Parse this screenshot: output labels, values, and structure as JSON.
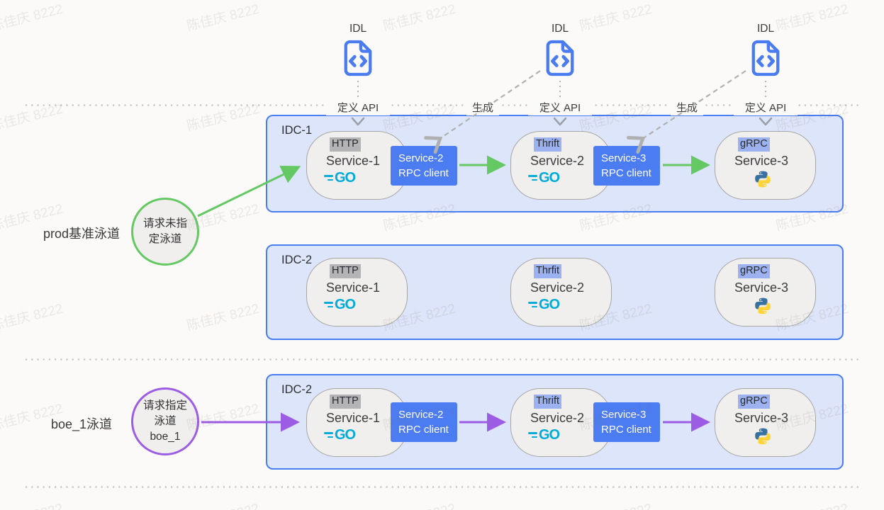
{
  "watermark": {
    "text": "陈佳庆 8222"
  },
  "idl": {
    "columns": [
      {
        "label": "IDL",
        "action_label": "定义 API"
      },
      {
        "label": "IDL",
        "action_label": "定义 API"
      },
      {
        "label": "IDL",
        "action_label": "定义 API"
      }
    ],
    "generate_labels": [
      "生成",
      "生成"
    ]
  },
  "lanes": [
    {
      "name": "prod基准泳道",
      "badge_lines": [
        "请求未指",
        "定泳道"
      ]
    },
    {
      "name": "boe_1泳道",
      "badge_lines": [
        "请求指定",
        "泳道",
        "boe_1"
      ]
    }
  ],
  "clusters": [
    {
      "title": "IDC-1",
      "services": [
        {
          "protocol": "HTTP",
          "name": "Service-1",
          "runtime": "go"
        },
        {
          "protocol": "Thrift",
          "name": "Service-2",
          "runtime": "go"
        },
        {
          "protocol": "gRPC",
          "name": "Service-3",
          "runtime": "python"
        }
      ],
      "rpc_clients": [
        {
          "line1": "Service-2",
          "line2": "RPC client"
        },
        {
          "line1": "Service-3",
          "line2": "RPC client"
        }
      ]
    },
    {
      "title": "IDC-2",
      "services": [
        {
          "protocol": "HTTP",
          "name": "Service-1",
          "runtime": "go"
        },
        {
          "protocol": "Thrfit",
          "name": "Service-2",
          "runtime": "go"
        },
        {
          "protocol": "gRPC",
          "name": "Service-3",
          "runtime": "python"
        }
      ]
    },
    {
      "title": "IDC-2",
      "services": [
        {
          "protocol": "HTTP",
          "name": "Service-1",
          "runtime": "go"
        },
        {
          "protocol": "Thrift",
          "name": "Service-2",
          "runtime": "go"
        },
        {
          "protocol": "gRPC",
          "name": "Service-3",
          "runtime": "python"
        }
      ],
      "rpc_clients": [
        {
          "line1": "Service-2",
          "line2": "RPC client"
        },
        {
          "line1": "Service-3",
          "line2": "RPC client"
        }
      ]
    }
  ],
  "logos": {
    "go_text": "GO"
  },
  "colors": {
    "cluster_border": "#4a7cf2",
    "cluster_fill": "#dce5fa",
    "rpc_client_fill": "#4c7cf2",
    "green": "#64c863",
    "purple": "#9c5ce4",
    "go_cyan": "#00acd7",
    "python_blue": "#3870a0",
    "python_yellow": "#ffd43b",
    "idl_blue": "#4a7bf0",
    "tag_http_bg": "#b4b4b6",
    "tag_rpc_bg": "#9cb2f0"
  }
}
